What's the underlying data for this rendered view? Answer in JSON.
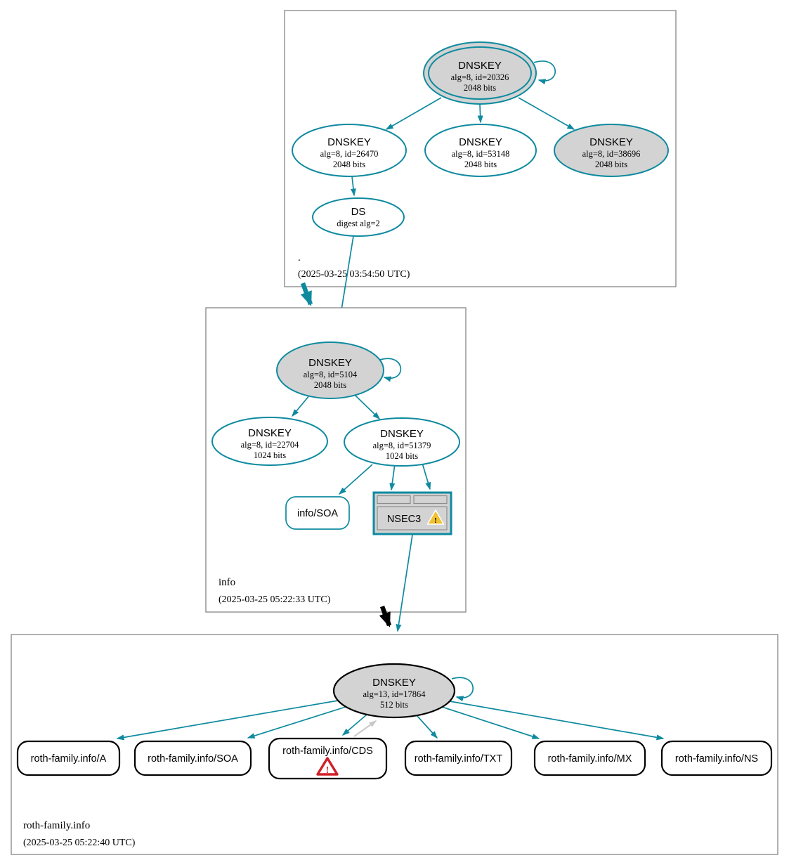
{
  "colors": {
    "secure_teal": "#0e8a9f",
    "insecure_black": "#000000",
    "node_fill_gray": "#d3d3d3",
    "zone_box_border": "#7b7b7b",
    "warning_yellow": "#f2c12e",
    "error_red": "#cf2026",
    "unsigned_edge_gray": "#c9c9c9"
  },
  "icons": {
    "nsec3_warning": "warning-triangle",
    "cds_error": "error-triangle",
    "warning_mark": "!",
    "error_mark": "!"
  },
  "zones": {
    "root": {
      "label": ".",
      "timestamp": "(2025-03-25 03:54:50 UTC)",
      "ksk": {
        "title": "DNSKEY",
        "detail": "alg=8, id=20326",
        "bits": "2048 bits"
      },
      "zsk1": {
        "title": "DNSKEY",
        "detail": "alg=8, id=26470",
        "bits": "2048 bits"
      },
      "zsk2": {
        "title": "DNSKEY",
        "detail": "alg=8, id=53148",
        "bits": "2048 bits"
      },
      "zsk3": {
        "title": "DNSKEY",
        "detail": "alg=8, id=38696",
        "bits": "2048 bits"
      },
      "ds": {
        "title": "DS",
        "detail": "digest alg=2"
      }
    },
    "info": {
      "label": "info",
      "timestamp": "(2025-03-25 05:22:33 UTC)",
      "ksk": {
        "title": "DNSKEY",
        "detail": "alg=8, id=5104",
        "bits": "2048 bits"
      },
      "zsk1": {
        "title": "DNSKEY",
        "detail": "alg=8, id=22704",
        "bits": "1024 bits"
      },
      "zsk2": {
        "title": "DNSKEY",
        "detail": "alg=8, id=51379",
        "bits": "1024 bits"
      },
      "soa": {
        "label": "info/SOA"
      },
      "nsec3": {
        "label": "NSEC3"
      }
    },
    "roth_family": {
      "label": "roth-family.info",
      "timestamp": "(2025-03-25 05:22:40 UTC)",
      "dnskey": {
        "title": "DNSKEY",
        "detail": "alg=13, id=17864",
        "bits": "512 bits"
      },
      "rrset_a": {
        "label": "roth-family.info/A"
      },
      "rrset_soa": {
        "label": "roth-family.info/SOA"
      },
      "rrset_cds": {
        "label": "roth-family.info/CDS"
      },
      "rrset_txt": {
        "label": "roth-family.info/TXT"
      },
      "rrset_mx": {
        "label": "roth-family.info/MX"
      },
      "rrset_ns": {
        "label": "roth-family.info/NS"
      }
    }
  }
}
